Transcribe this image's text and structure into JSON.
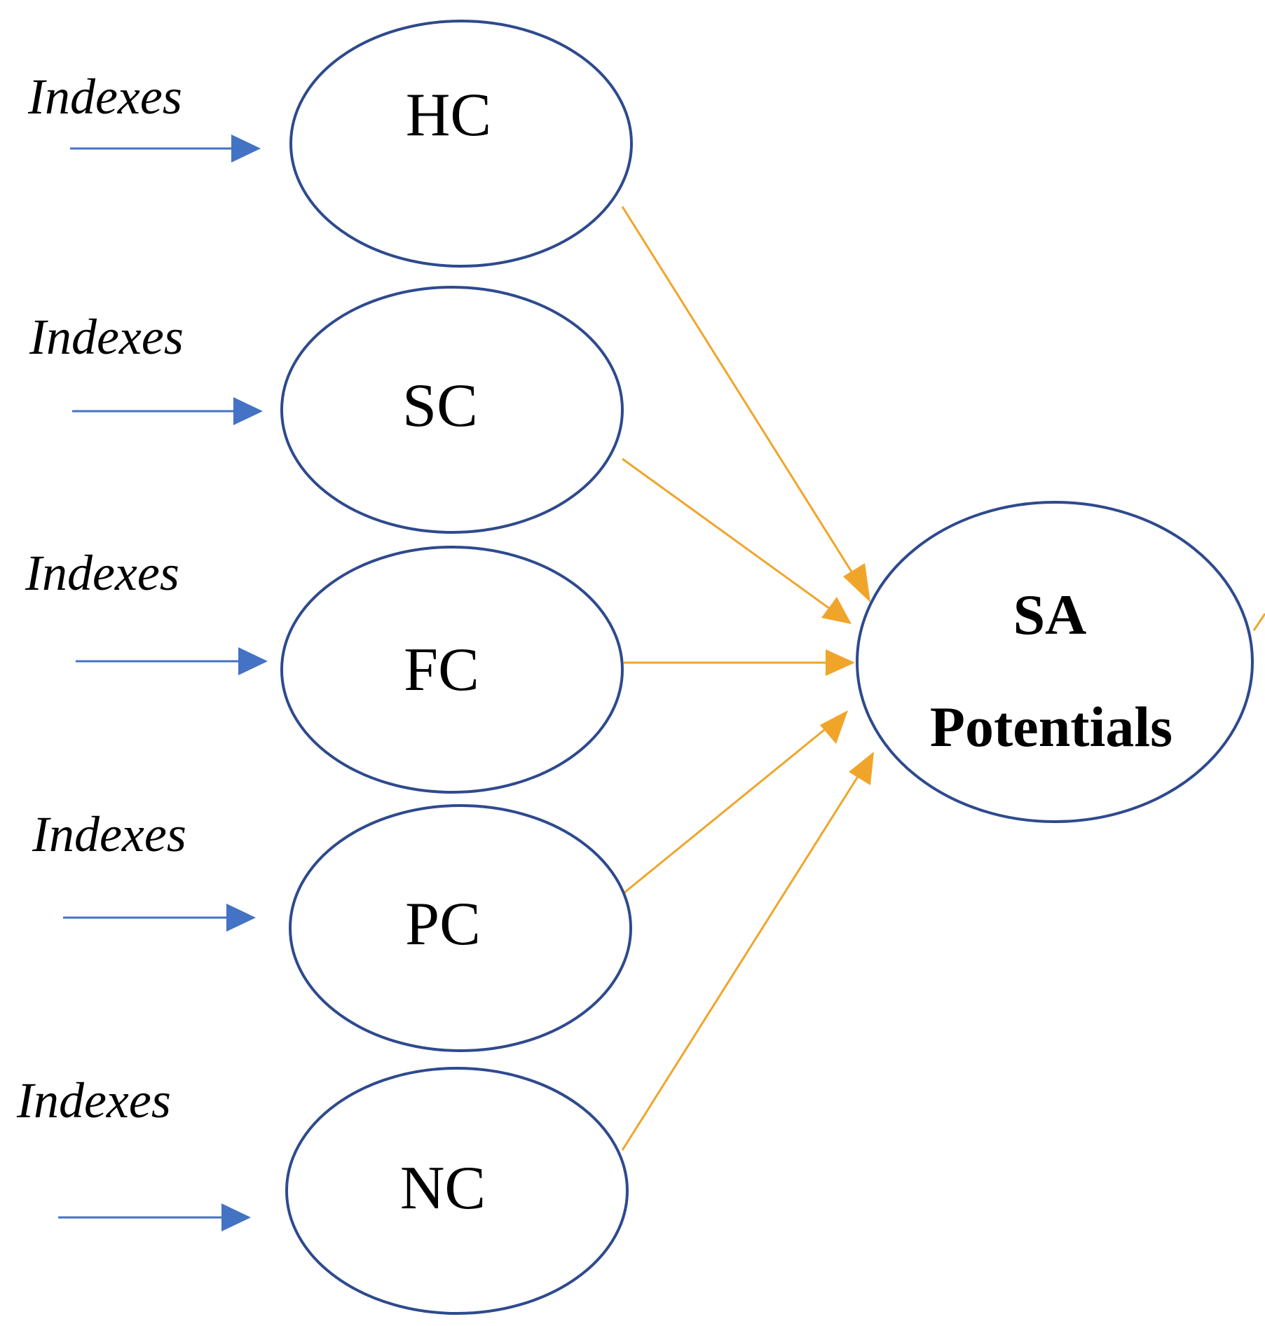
{
  "colors": {
    "node_stroke": "#2e4a8e",
    "input_arrow": "#4472c4",
    "edge_arrow": "#f0a52a"
  },
  "inputs": [
    {
      "label": "Indexes",
      "node": "HC"
    },
    {
      "label": "Indexes",
      "node": "SC"
    },
    {
      "label": "Indexes",
      "node": "FC"
    },
    {
      "label": "Indexes",
      "node": "PC"
    },
    {
      "label": "Indexes",
      "node": "NC"
    }
  ],
  "nodes": [
    {
      "id": "hc",
      "label": "HC"
    },
    {
      "id": "sc",
      "label": "SC"
    },
    {
      "id": "fc",
      "label": "FC"
    },
    {
      "id": "pc",
      "label": "PC"
    },
    {
      "id": "nc",
      "label": "NC"
    }
  ],
  "target": {
    "line1": "SA",
    "line2": "Potentials"
  },
  "edges": [
    {
      "from": "HC",
      "to": "SA Potentials"
    },
    {
      "from": "SC",
      "to": "SA Potentials"
    },
    {
      "from": "FC",
      "to": "SA Potentials"
    },
    {
      "from": "PC",
      "to": "SA Potentials"
    },
    {
      "from": "NC",
      "to": "SA Potentials"
    }
  ]
}
